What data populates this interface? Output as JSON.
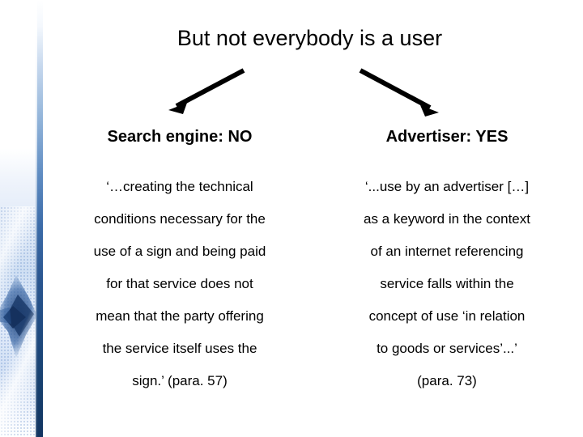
{
  "slide": {
    "title": "But not everybody is a user",
    "background_color": "#ffffff",
    "text_color": "#000000",
    "accent_color": "#1f4a80"
  },
  "arrows": [
    {
      "name": "arrow-to-search-engine",
      "direction": "down-left"
    },
    {
      "name": "arrow-to-advertiser",
      "direction": "down-right"
    }
  ],
  "columns": {
    "left": {
      "heading": "Search engine: NO",
      "lines": [
        "‘…creating the technical",
        "conditions necessary for the",
        "use of a sign and being paid",
        "for that service does not",
        "mean that the party offering",
        "the service itself uses the",
        "sign.’ (para. 57)"
      ]
    },
    "right": {
      "heading": "Advertiser: YES",
      "lines": [
        "‘...use by an advertiser […]",
        "as a keyword in the context",
        "of an internet referencing",
        "service falls within the",
        "concept of use ‘in relation",
        "to goods or services’...’",
        "(para. 73)"
      ]
    }
  }
}
